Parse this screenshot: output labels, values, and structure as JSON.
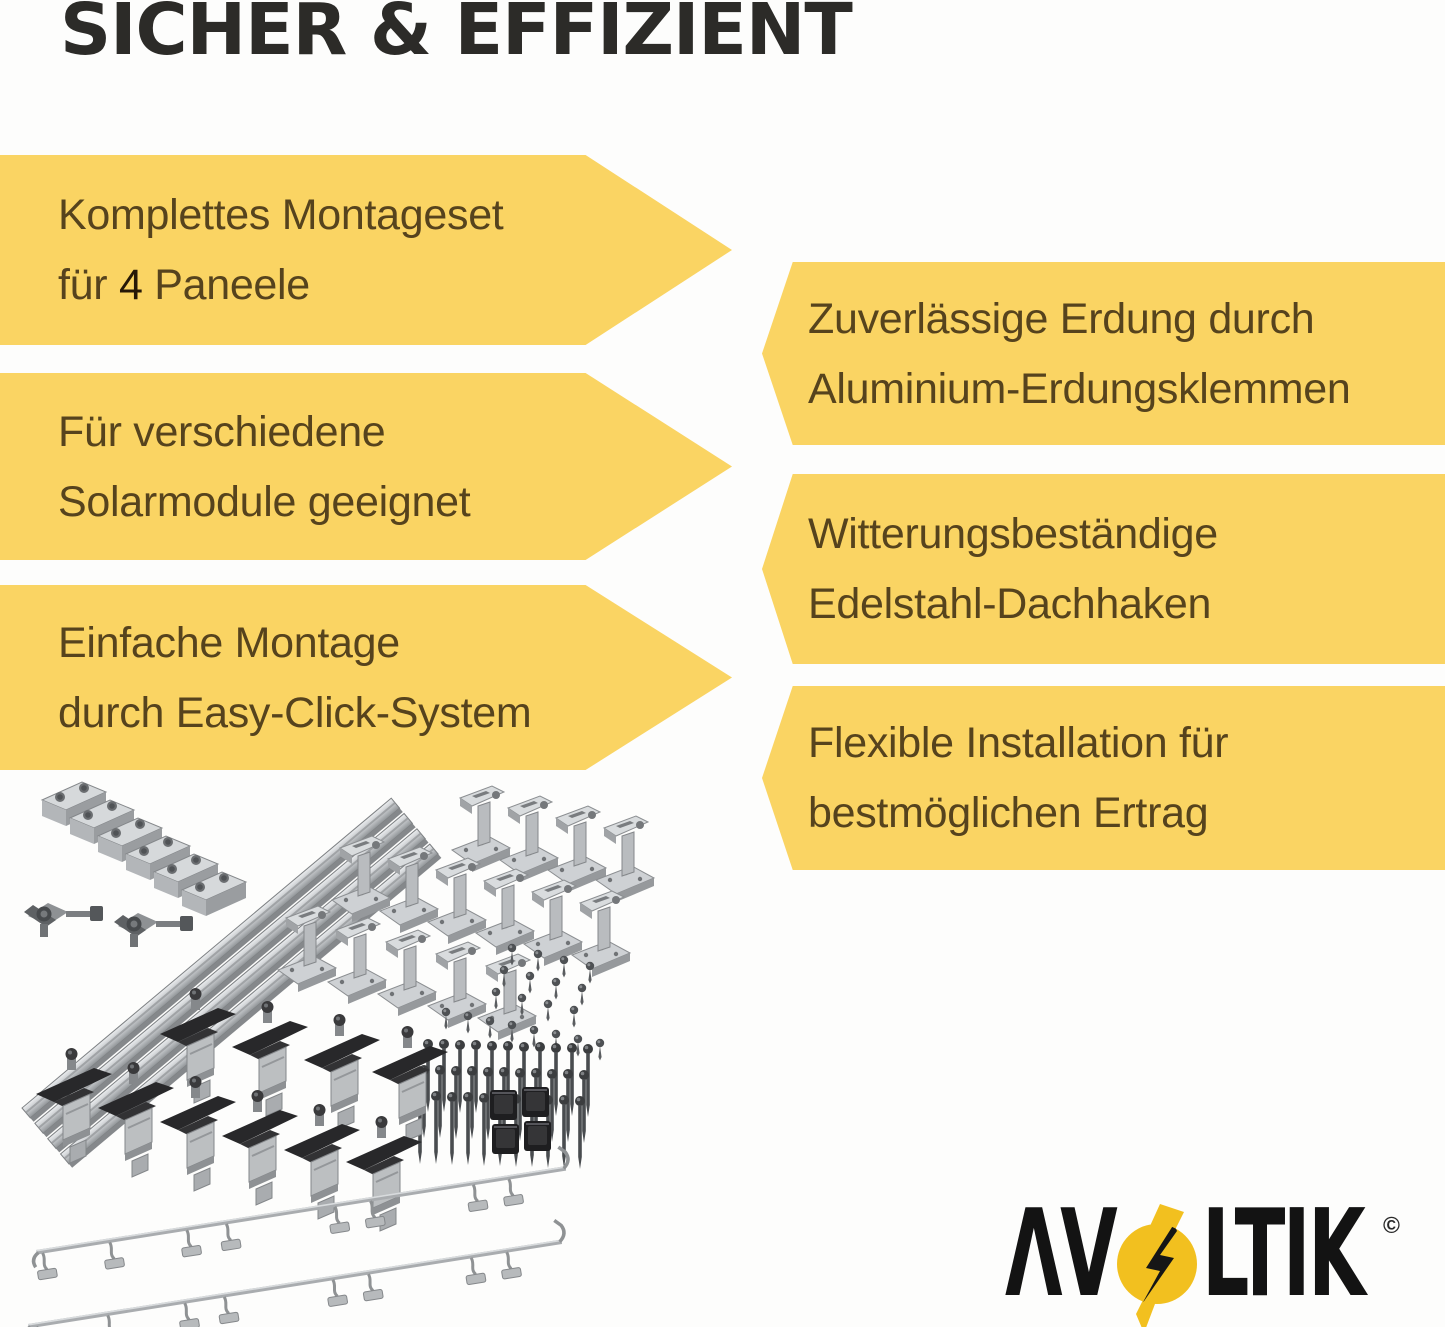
{
  "title": "SICHER & EFFIZIENT",
  "banners": {
    "left": [
      {
        "line1": "Komplettes Montageset",
        "line2_pre": "für ",
        "line2_num": "4",
        "line2_post": " Paneele"
      },
      {
        "line1": "Für verschiedene",
        "line2": "Solarmodule geeignet"
      },
      {
        "line1": "Einfache Montage",
        "line2": "durch Easy-Click-System"
      }
    ],
    "right": [
      {
        "line1": "Zuverlässige Erdung durch",
        "line2": "Aluminium-Erdungsklemmen"
      },
      {
        "line1": "Witterungsbeständige",
        "line2": "Edelstahl-Dachhaken"
      },
      {
        "line1": "Flexible Installation für",
        "line2": "bestmöglichen Ertrag"
      }
    ]
  },
  "logo": {
    "brand": "AVOLTIK",
    "display_before_bolt": "ΛV",
    "display_after_bolt": "LTIK",
    "copyright_mark": "©"
  },
  "colors": {
    "banner_yellow": "#fad463",
    "banner_text": "#56431d",
    "title_text": "#2c2b28",
    "highlight_number": "#261807",
    "logo_yellow": "#f2c01f",
    "logo_black": "#131313",
    "background": "#fdfdfc"
  }
}
